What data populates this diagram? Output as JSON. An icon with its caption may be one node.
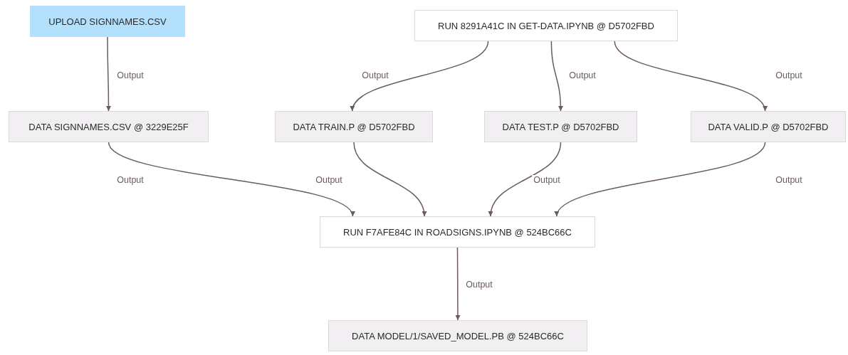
{
  "diagram": {
    "nodes": [
      {
        "text": [
          "UPLOAD SIGNNAMES.CSV"
        ]
      },
      {
        "text": [
          "RUN 8291A41C IN GET-DATA.IPYNB @ D5702FBD"
        ]
      },
      {
        "text": [
          "DATA SIGNNAMES.CSV @ 3229E25F"
        ]
      },
      {
        "text": [
          "DATA TRAIN.P @ D5702FBD"
        ]
      },
      {
        "text": [
          "DATA TEST.P @ D5702FBD"
        ]
      },
      {
        "text": [
          "DATA VALID.P @ D5702FBD"
        ]
      },
      {
        "text": [
          "RUN F7AFE84C IN ROADSIGNS.IPYNB @ 524BC66C"
        ]
      },
      {
        "text": [
          "DATA MODEL/1/SAVED_MODEL.PB @ 524BC66C"
        ]
      }
    ],
    "edges": [
      {
        "from": 0,
        "to": 2,
        "arrow": "to",
        "label": "Output"
      },
      {
        "from": 1,
        "to": 3,
        "arrow": "to",
        "label": "Output"
      },
      {
        "from": 1,
        "to": 4,
        "arrow": "to",
        "label": "Output"
      },
      {
        "from": 1,
        "to": 5,
        "arrow": "to",
        "label": "Output"
      },
      {
        "from": 2,
        "to": 6,
        "arrow": "to",
        "label": "Output"
      },
      {
        "from": 3,
        "to": 6,
        "arrow": "to",
        "label": "Output"
      },
      {
        "from": 4,
        "to": 6,
        "arrow": "to",
        "label": "Output"
      },
      {
        "from": 5,
        "to": 6,
        "arrow": "to",
        "label": "Output"
      },
      {
        "from": 6,
        "to": 7,
        "arrow": "to",
        "label": "Output"
      }
    ]
  }
}
